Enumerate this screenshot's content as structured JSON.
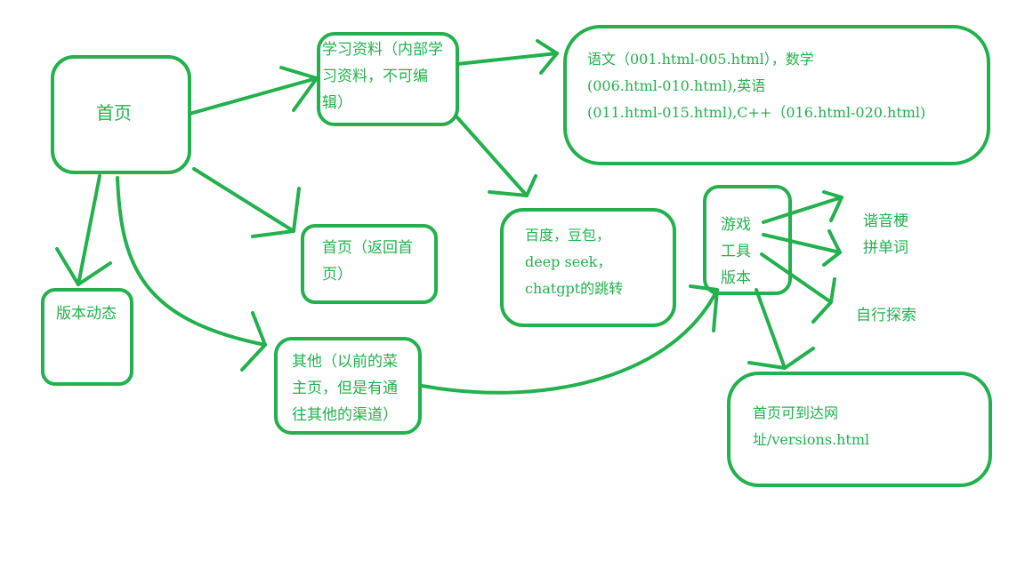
{
  "colors": {
    "stroke": "#22b14c",
    "text": "#22b14c",
    "background": "#ffffff"
  },
  "nodes": {
    "home": "首页",
    "study_materials": [
      "学习资料（内部学",
      "习资料，不可编",
      "辑）"
    ],
    "subjects": [
      "语文（001.html-005.html），数学",
      "(006.html-010.html),英语",
      "(011.html-015.html),C++（016.html-020.html)"
    ],
    "ai_links": [
      "百度，豆包，",
      "deep seek，",
      "chatgpt的跳转"
    ],
    "home_return": [
      "首页（返回首",
      "页）"
    ],
    "version_updates": "版本动态",
    "others": [
      "其他（以前的菜",
      "主页，但是有通",
      "往其他的渠道）"
    ],
    "games_tools": [
      "游戏",
      "工具",
      "版本"
    ],
    "homophone": [
      "谐音梗",
      "拼单词"
    ],
    "self_explore": "自行探索",
    "versions_url": [
      "首页可到达网",
      "址/versions.html"
    ]
  }
}
